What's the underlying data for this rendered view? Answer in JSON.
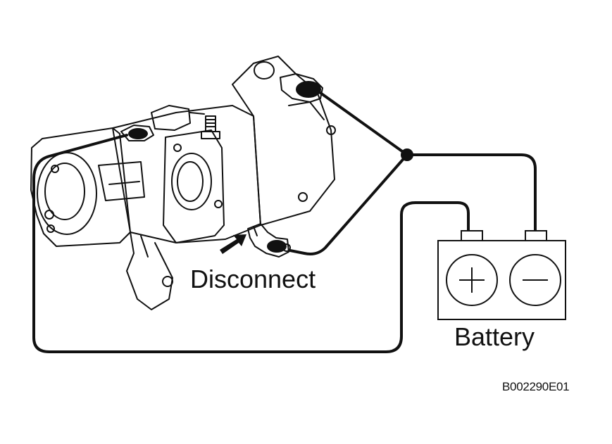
{
  "labels": {
    "disconnect": "Disconnect",
    "battery": "Battery",
    "figure_code": "B002290E01"
  },
  "battery": {
    "positive_symbol": "+",
    "negative_symbol": "−"
  },
  "colors": {
    "line": "#111111",
    "background": "#ffffff"
  }
}
